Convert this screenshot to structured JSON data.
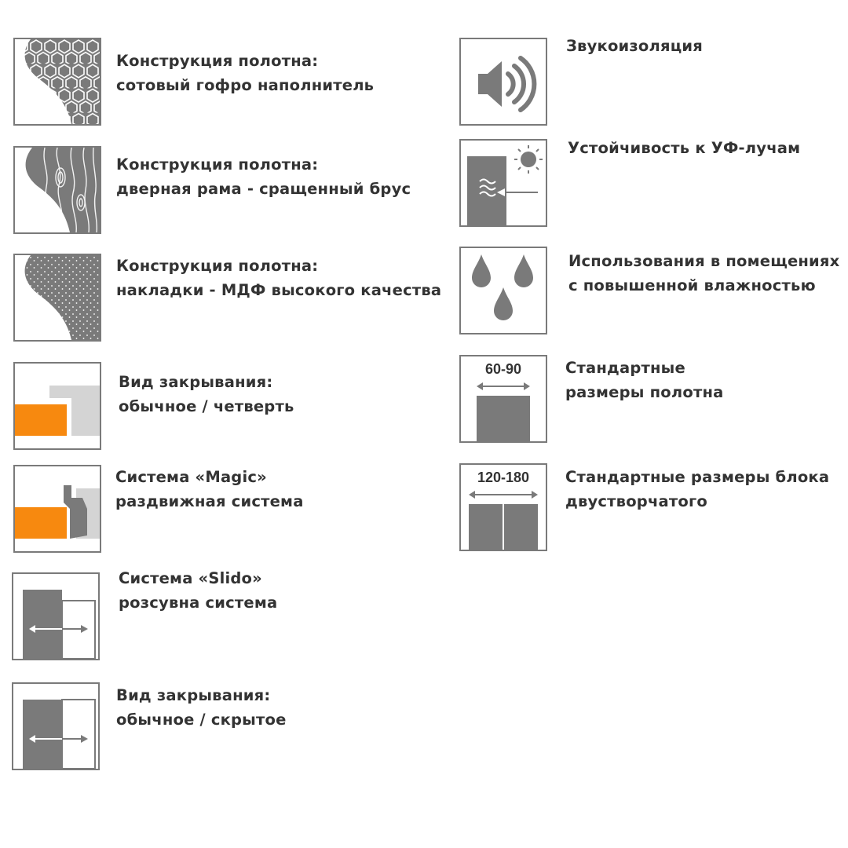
{
  "colors": {
    "icon_gray": "#7a7a7a",
    "accent_orange": "#f7890f",
    "light_gray": "#d4d4d4",
    "text": "#333333"
  },
  "features": [
    {
      "id": "honeycomb",
      "icon": "honeycomb-fill-icon",
      "lines": [
        "Конструкция полотна:",
        "сотовый гофро наполнитель"
      ]
    },
    {
      "id": "wood-frame",
      "icon": "wood-grain-icon",
      "lines": [
        "Конструкция полотна:",
        "дверная рама - сращенный брус"
      ]
    },
    {
      "id": "mdf",
      "icon": "mdf-panel-icon",
      "lines": [
        "Конструкция полотна:",
        "накладки - МДФ высокого качества"
      ]
    },
    {
      "id": "closing-quarter",
      "icon": "quarter-closing-icon",
      "lines": [
        "Вид закрывания:",
        "обычное / четверть"
      ]
    },
    {
      "id": "magic",
      "icon": "magic-sliding-icon",
      "lines": [
        "Система «Magic»",
        "раздвижная система"
      ]
    },
    {
      "id": "slido",
      "icon": "slido-sliding-icon",
      "lines": [
        "Система «Slido»",
        "розсувна система"
      ]
    },
    {
      "id": "closing-hidden",
      "icon": "hidden-closing-icon",
      "lines": [
        "Вид закрывания:",
        "обычное / скрытое"
      ]
    },
    {
      "id": "sound",
      "icon": "speaker-icon",
      "lines": [
        "Звукоизоляция"
      ]
    },
    {
      "id": "uv",
      "icon": "uv-resistance-icon",
      "lines": [
        "Устойчивость к УФ-лучам"
      ]
    },
    {
      "id": "humidity",
      "icon": "water-drops-icon",
      "lines": [
        "Использования в помещениях",
        "с повышенной влажностью"
      ]
    },
    {
      "id": "size-single",
      "icon": "single-door-size-icon",
      "size_label": "60-90",
      "lines": [
        "Стандартные",
        "размеры полотна"
      ]
    },
    {
      "id": "size-double",
      "icon": "double-door-size-icon",
      "size_label": "120-180",
      "lines": [
        "Стандартные размеры блока",
        "двустворчатого"
      ]
    }
  ]
}
